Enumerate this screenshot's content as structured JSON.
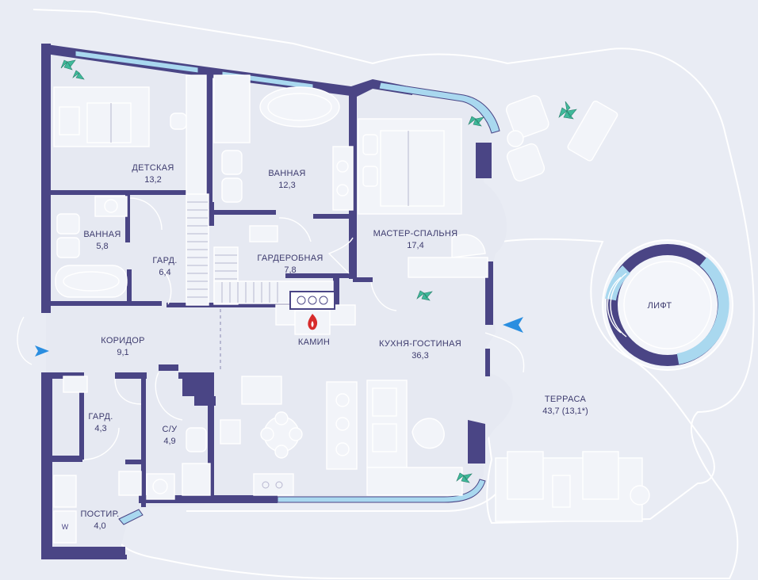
{
  "colors": {
    "background": "#e9ecf4",
    "wall": "#4a4585",
    "window": "#a9d8ef",
    "plant": "#3fb99a",
    "entrance_arrow": "#2a8ee0",
    "fireplace_flame": "#d72b2b"
  },
  "icons": [
    "entrance-arrow-icon",
    "flame-icon",
    "plant-icon",
    "washer-icon"
  ],
  "rooms": {
    "kids": {
      "name": "ДЕТСКАЯ",
      "area": "13,2"
    },
    "bath_main": {
      "name": "ВАННАЯ",
      "area": "12,3"
    },
    "bath_left": {
      "name": "ВАННАЯ",
      "area": "5,8"
    },
    "wardrobe_left": {
      "name": "ГАРД.",
      "area": "6,4"
    },
    "dressing": {
      "name": "ГАРДЕРОБНАЯ",
      "area": "7,8"
    },
    "master": {
      "name": "МАСТЕР-СПАЛЬНЯ",
      "area": "17,4"
    },
    "corridor": {
      "name": "КОРИДОР",
      "area": "9,1"
    },
    "fireplace": {
      "name": "КАМИН"
    },
    "kitchen": {
      "name": "КУХНЯ-ГОСТИНАЯ",
      "area": "36,3"
    },
    "wardrobe_bottom": {
      "name": "ГАРД.",
      "area": "4,3"
    },
    "wc": {
      "name": "С/У",
      "area": "4,9"
    },
    "laundry": {
      "name": "ПОСТИР.",
      "area": "4,0"
    },
    "terrace": {
      "name": "ТЕРРАСА",
      "area": "43,7 (13,1*)"
    },
    "lift": {
      "name": "ЛИФТ"
    }
  },
  "laundry_machine_label": "W"
}
